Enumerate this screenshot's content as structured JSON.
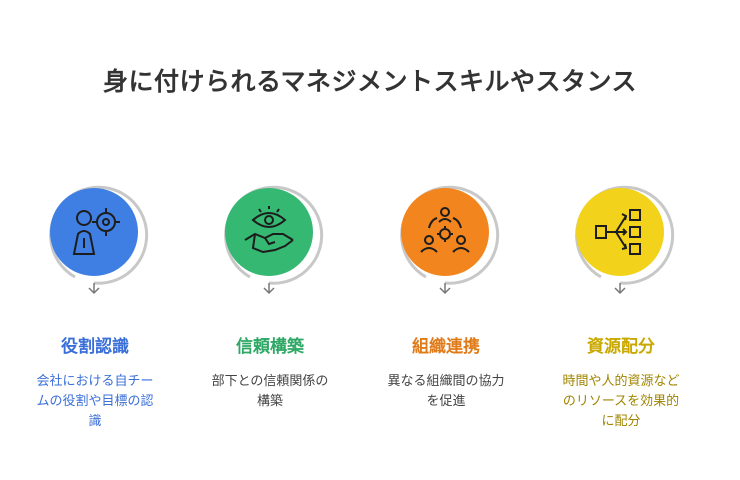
{
  "title": "身に付けられるマネジメントスキルやスタンス",
  "cards": [
    {
      "heading": "役割認識",
      "desc_lines": [
        "会社における自チー",
        "ムの役割や目標の認",
        "識"
      ],
      "color": "#3f7fe3",
      "heading_color": "#3b6fd8",
      "desc_color": "#3b6fd8",
      "icon": "person-target-icon"
    },
    {
      "heading": "信頼構築",
      "desc_lines": [
        "部下との信頼関係の",
        "構築"
      ],
      "color": "#35b872",
      "heading_color": "#2fa866",
      "desc_color": "#444444",
      "icon": "eye-handshake-icon"
    },
    {
      "heading": "組織連携",
      "desc_lines": [
        "異なる組織間の協力",
        "を促進"
      ],
      "color": "#f2851e",
      "heading_color": "#e07b1a",
      "desc_color": "#444444",
      "icon": "team-gear-icon"
    },
    {
      "heading": "資源配分",
      "desc_lines": [
        "時間や人的資源など",
        "のリソースを効果的",
        "に配分"
      ],
      "color": "#f2d21a",
      "heading_color": "#c9a800",
      "desc_color": "#a08500",
      "icon": "flow-distribution-icon"
    }
  ]
}
